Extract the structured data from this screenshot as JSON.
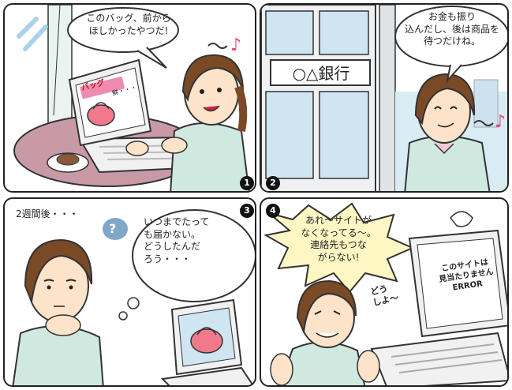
{
  "panels": [
    {
      "number": "1",
      "speech": "このバッグ、前から\nほしかったやつだ!",
      "screen_title": "バッグ",
      "screen_sub": "鮮・・・",
      "sound": "♪"
    },
    {
      "number": "2",
      "speech": "お金も振り\n込んだし、後は商品を\n待つだけね。",
      "bank_sign": "○△銀行",
      "sound": "♪"
    },
    {
      "number": "3",
      "caption": "2週間後・・・",
      "thought": "いつまでたって\nも届かない。\nどうしたんだ\nろう・・・",
      "thought_icon": "?"
    },
    {
      "number": "4",
      "shout": "あれ〜サイトが\nなくなってる〜。\n連絡先もつな\nがらない!",
      "murmur": "どう\nしよ〜",
      "screen_error": "このサイトは\n見当たりません\nERROR"
    }
  ],
  "colors": {
    "skin": "#fde3c9",
    "hair": "#7a4a26",
    "shirt": "#cfe9e1",
    "table": "#c79aa6",
    "sky": "#cfe6f2",
    "bag": "#f07a8c",
    "sound": "#e8467c",
    "laptop": "#f1f1f1",
    "building": "#eef0f2"
  }
}
